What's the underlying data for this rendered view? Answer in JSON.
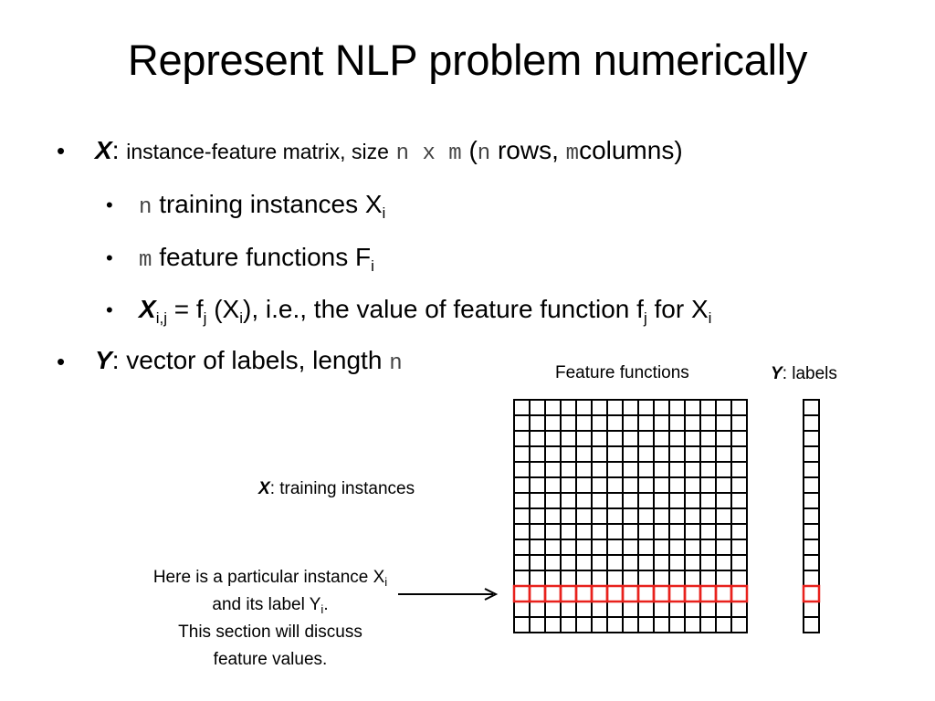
{
  "slide": {
    "title": "Represent NLP problem numerically",
    "bullets": {
      "x_symbol": "X",
      "x_colon": ":",
      "x_text": "instance-feature matrix, size",
      "x_size": "n x m",
      "x_paren_open": "(",
      "x_n": "n",
      "x_rows": "rows,",
      "x_m": "m",
      "x_cols": "columns)",
      "sub1_var": "n",
      "sub1_text": "training instances X",
      "sub1_sub": "i",
      "sub2_var": "m",
      "sub2_text": "feature functions F",
      "sub2_sub": "i",
      "sub3_symbol": "X",
      "sub3_sub1": "i,j",
      "sub3_eq": "= f",
      "sub3_sub2": "j",
      "sub3_paren": "(X",
      "sub3_sub3": "i",
      "sub3_text": "), i.e., the value of feature function f",
      "sub3_sub4": "j",
      "sub3_for": "for X",
      "sub3_sub5": "i",
      "y_symbol": "Y",
      "y_text": ": vector of labels, length",
      "y_n": "n"
    }
  },
  "diagram": {
    "feature_functions_label": "Feature functions",
    "y_label_symbol": "Y",
    "y_label_text": ": labels",
    "x_label_symbol": "X",
    "x_label_text": ": training instances",
    "note_line1": "Here is a particular instance X",
    "note_line1_sub": "i",
    "note_line2": "and its label Y",
    "note_line2_sub": "i",
    "note_line2_end": ".",
    "note_line3": "This section will discuss",
    "note_line4": "feature values.",
    "matrix_rows": 15,
    "matrix_cols": 15,
    "label_rows": 15,
    "highlight_row_index": 12,
    "grid_color": "#000000",
    "highlight_color": "#e8211c"
  }
}
